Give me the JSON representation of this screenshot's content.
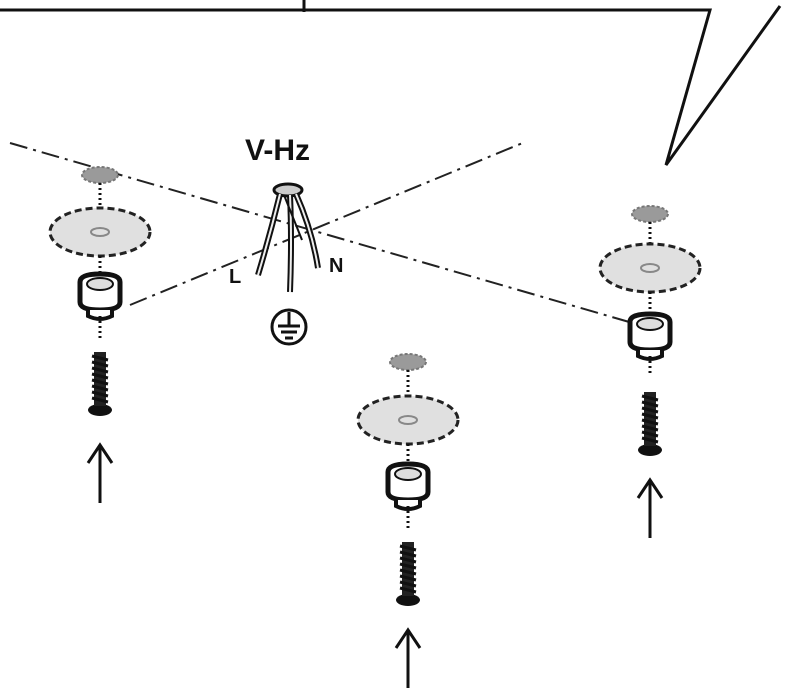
{
  "diagram": {
    "supply_label": "V-Hz",
    "live_label": "L",
    "neutral_label": "N",
    "ground_symbol": "earth-ground-icon",
    "mounting_points": 3,
    "colors": {
      "line": "#111111",
      "fill_grey": "#cfcfcf",
      "dark_grey": "#8a8a8a"
    }
  }
}
